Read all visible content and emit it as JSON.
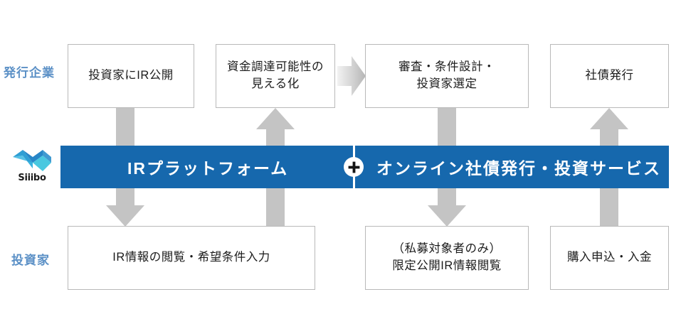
{
  "diagram": {
    "title": "Siiibo IR Platform and Online Bond Issuance Service flow",
    "accent_blue": "#1668ad",
    "label_blue": "#5b90c6",
    "arrow_gray": "#c4c4c4",
    "box_border": "#b9b9b9"
  },
  "rows": {
    "issuer_label": "発行企業",
    "investor_label": "投資家"
  },
  "logo": {
    "wordmark": "Siiibo",
    "mark_name": "siiibo-zigzag-mark",
    "color_dark": "#1b7fc4",
    "color_light": "#49c8e0"
  },
  "platform_bar": {
    "left_label": "IRプラットフォーム",
    "right_label": "オンライン社債発行・投資サービス",
    "plus_symbol": "＋"
  },
  "top_boxes": [
    {
      "id": "ir-disclosure",
      "lines": [
        "投資家にIR公開"
      ]
    },
    {
      "id": "funding-visible",
      "lines": [
        "資金調達可能性の",
        "見える化"
      ]
    },
    {
      "id": "screening",
      "lines": [
        "審査・条件設計・",
        "投資家選定"
      ]
    },
    {
      "id": "bond-issue",
      "lines": [
        "社債発行"
      ]
    }
  ],
  "bottom_boxes": [
    {
      "id": "ir-browse",
      "lines": [
        "IR情報の閲覧・希望条件入力"
      ]
    },
    {
      "id": "limited-ir",
      "lines": [
        "（私募対象者のみ）",
        "限定公開IR情報閲覧"
      ]
    },
    {
      "id": "purchase",
      "lines": [
        "購入申込・入金"
      ]
    }
  ],
  "arrows": [
    {
      "id": "arrow-down-1",
      "direction": "down",
      "from": "投資家にIR公開",
      "to": "IR情報の閲覧・希望条件入力"
    },
    {
      "id": "arrow-up-2",
      "direction": "up",
      "from": "IR情報の閲覧・希望条件入力",
      "to": "資金調達可能性の見える化"
    },
    {
      "id": "arrow-right-1",
      "direction": "right",
      "from": "資金調達可能性の見える化",
      "to": "審査・条件設計・投資家選定"
    },
    {
      "id": "arrow-down-3",
      "direction": "down",
      "from": "審査・条件設計・投資家選定",
      "to": "（私募対象者のみ）限定公開IR情報閲覧"
    },
    {
      "id": "arrow-up-4",
      "direction": "up",
      "from": "購入申込・入金",
      "to": "社債発行"
    }
  ]
}
